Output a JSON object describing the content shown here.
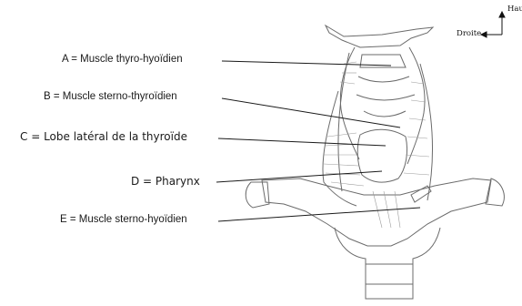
{
  "labels": {
    "a": "A = Muscle thyro-hyoïdien",
    "b": "B = Muscle sterno-thyroïdien",
    "c": "C = Lobe latéral de la thyroïde",
    "d": "D = Pharynx",
    "e": "E = Muscle sterno-hyoïdien"
  },
  "orientation": {
    "up": "Hau",
    "right": "Droite"
  },
  "colors": {
    "ink": "#1a1a1a",
    "sketch": "#6b6b6b",
    "shade": "#9a9a9a"
  }
}
